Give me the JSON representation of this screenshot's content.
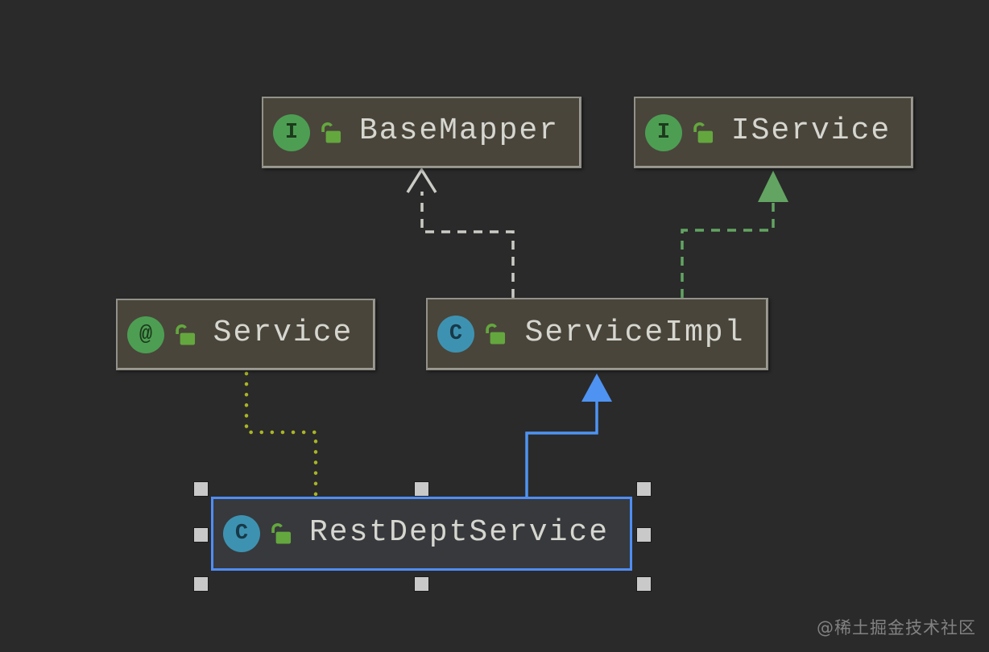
{
  "nodes": {
    "basemapper": {
      "label": "BaseMapper",
      "badge": "I",
      "kind": "interface"
    },
    "iservice": {
      "label": "IService",
      "badge": "I",
      "kind": "interface"
    },
    "service": {
      "label": "Service",
      "badge": "@",
      "kind": "annotation"
    },
    "serviceimpl": {
      "label": "ServiceImpl",
      "badge": "C",
      "kind": "class"
    },
    "restdeptservice": {
      "label": "RestDeptService",
      "badge": "C",
      "kind": "class",
      "selected": true
    }
  },
  "edges": {
    "serviceimpl_basemapper": {
      "from": "ServiceImpl",
      "to": "BaseMapper",
      "line": "dashed",
      "arrow": "open"
    },
    "serviceimpl_iservice": {
      "from": "ServiceImpl",
      "to": "IService",
      "line": "dashed",
      "arrow": "filled"
    },
    "restdeptservice_serviceimpl": {
      "from": "RestDeptService",
      "to": "ServiceImpl",
      "line": "solid",
      "arrow": "filled"
    },
    "restdeptservice_service": {
      "from": "RestDeptService",
      "to": "Service",
      "line": "dotted",
      "arrow": "none"
    }
  },
  "colors": {
    "background": "#2a2a2a",
    "node_fill": "#49453a",
    "node_border": "#92918a",
    "node_text": "#d6d6d0",
    "selected_fill": "#37393c",
    "selected_border": "#4f8df6",
    "badge_green": "#4d9e53",
    "badge_teal": "#3e92b1",
    "lock_green": "#64a73e",
    "handle": "#c9c9c9",
    "edge_white": "#cbcbc6",
    "edge_green": "#63a462",
    "edge_blue": "#4e93f2",
    "edge_dotted": "#a9b525",
    "watermark": "#828282"
  },
  "watermark": {
    "text": "@稀土掘金技术社区"
  }
}
